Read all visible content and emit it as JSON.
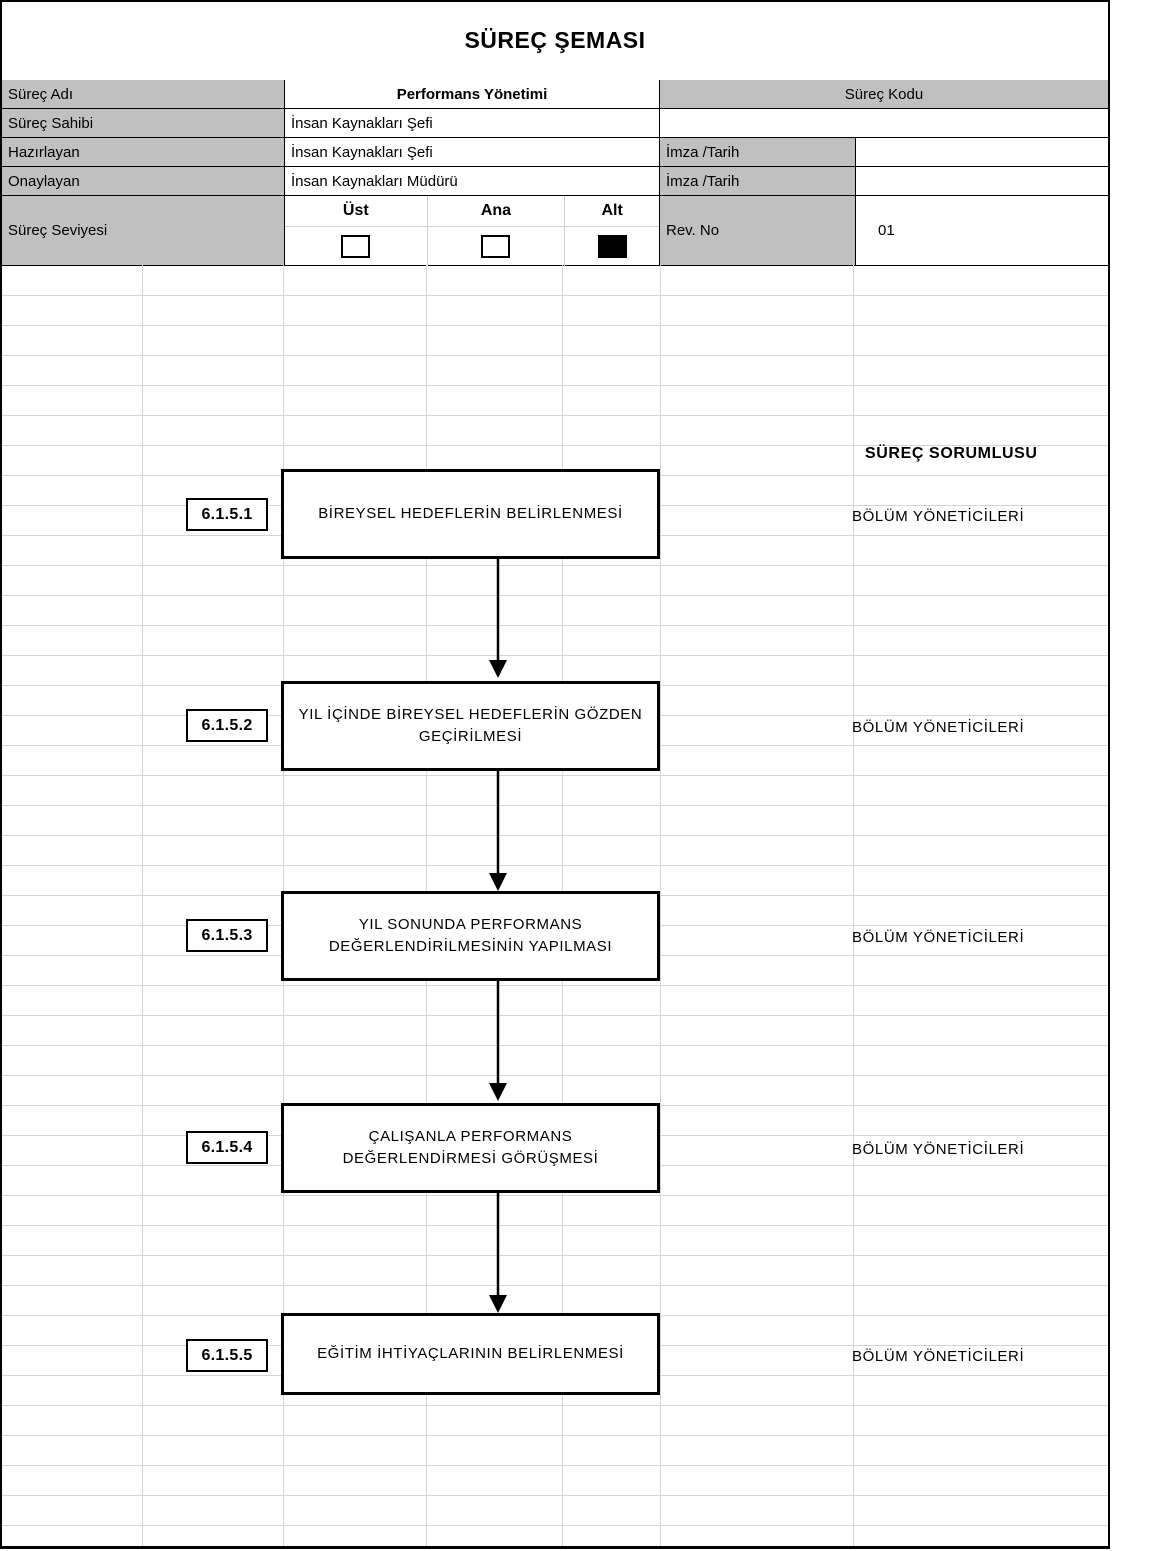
{
  "document": {
    "title": "SÜREÇ ŞEMASI"
  },
  "header": {
    "rows": [
      {
        "label": "Süreç Adı",
        "value": "Performans Yönetimi",
        "right_label": "Süreç Kodu",
        "right_value": ""
      },
      {
        "label": "Süreç Sahibi",
        "value": "İnsan  Kaynakları  Şefi",
        "right_label": "",
        "right_value": ""
      },
      {
        "label": "Hazırlayan",
        "value": "İnsan  Kaynakları  Şefi",
        "right_label": "İmza /Tarih",
        "right_value": ""
      },
      {
        "label": "Onaylayan",
        "value": "İnsan  Kaynakları  Müdürü",
        "right_label": "İmza /Tarih",
        "right_value": ""
      }
    ],
    "level": {
      "label": "Süreç Seviyesi",
      "options": [
        {
          "name": "Üst",
          "checked": false
        },
        {
          "name": "Ana",
          "checked": false
        },
        {
          "name": "Alt",
          "checked": true
        }
      ],
      "rev_label": "Rev. No",
      "rev_value": "01"
    }
  },
  "flowchart": {
    "responsible_heading": "SÜREÇ SORUMLUSU",
    "steps": [
      {
        "no": "6.1.5.1",
        "text": "BİREYSEL  HEDEFLERİN  BELİRLENMESİ",
        "responsible": "BÖLÜM  YÖNETİCİLERİ"
      },
      {
        "no": "6.1.5.2",
        "text": "YIL  İÇİNDE  BİREYSEL  HEDEFLERİN GÖZDEN  GEÇİRİLMESİ",
        "responsible": "BÖLÜM  YÖNETİCİLERİ"
      },
      {
        "no": "6.1.5.3",
        "text": "YIL  SONUNDA  PERFORMANS DEĞERLENDİRİLMESİNİN  YAPILMASI",
        "responsible": "BÖLÜM  YÖNETİCİLERİ"
      },
      {
        "no": "6.1.5.4",
        "text": "ÇALIŞANLA  PERFORMANS DEĞERLENDİRMESİ  GÖRÜŞMESİ",
        "responsible": "BÖLÜM  YÖNETİCİLERİ"
      },
      {
        "no": "6.1.5.5",
        "text": "EĞİTİM  İHTİYAÇLARININ  BELİRLENMESİ",
        "responsible": "BÖLÜM  YÖNETİCİLERİ"
      }
    ]
  },
  "colors": {
    "header_fill": "#c0c0c0",
    "grid_line": "#d5d5d5",
    "border": "#000000",
    "page": "#ffffff"
  }
}
